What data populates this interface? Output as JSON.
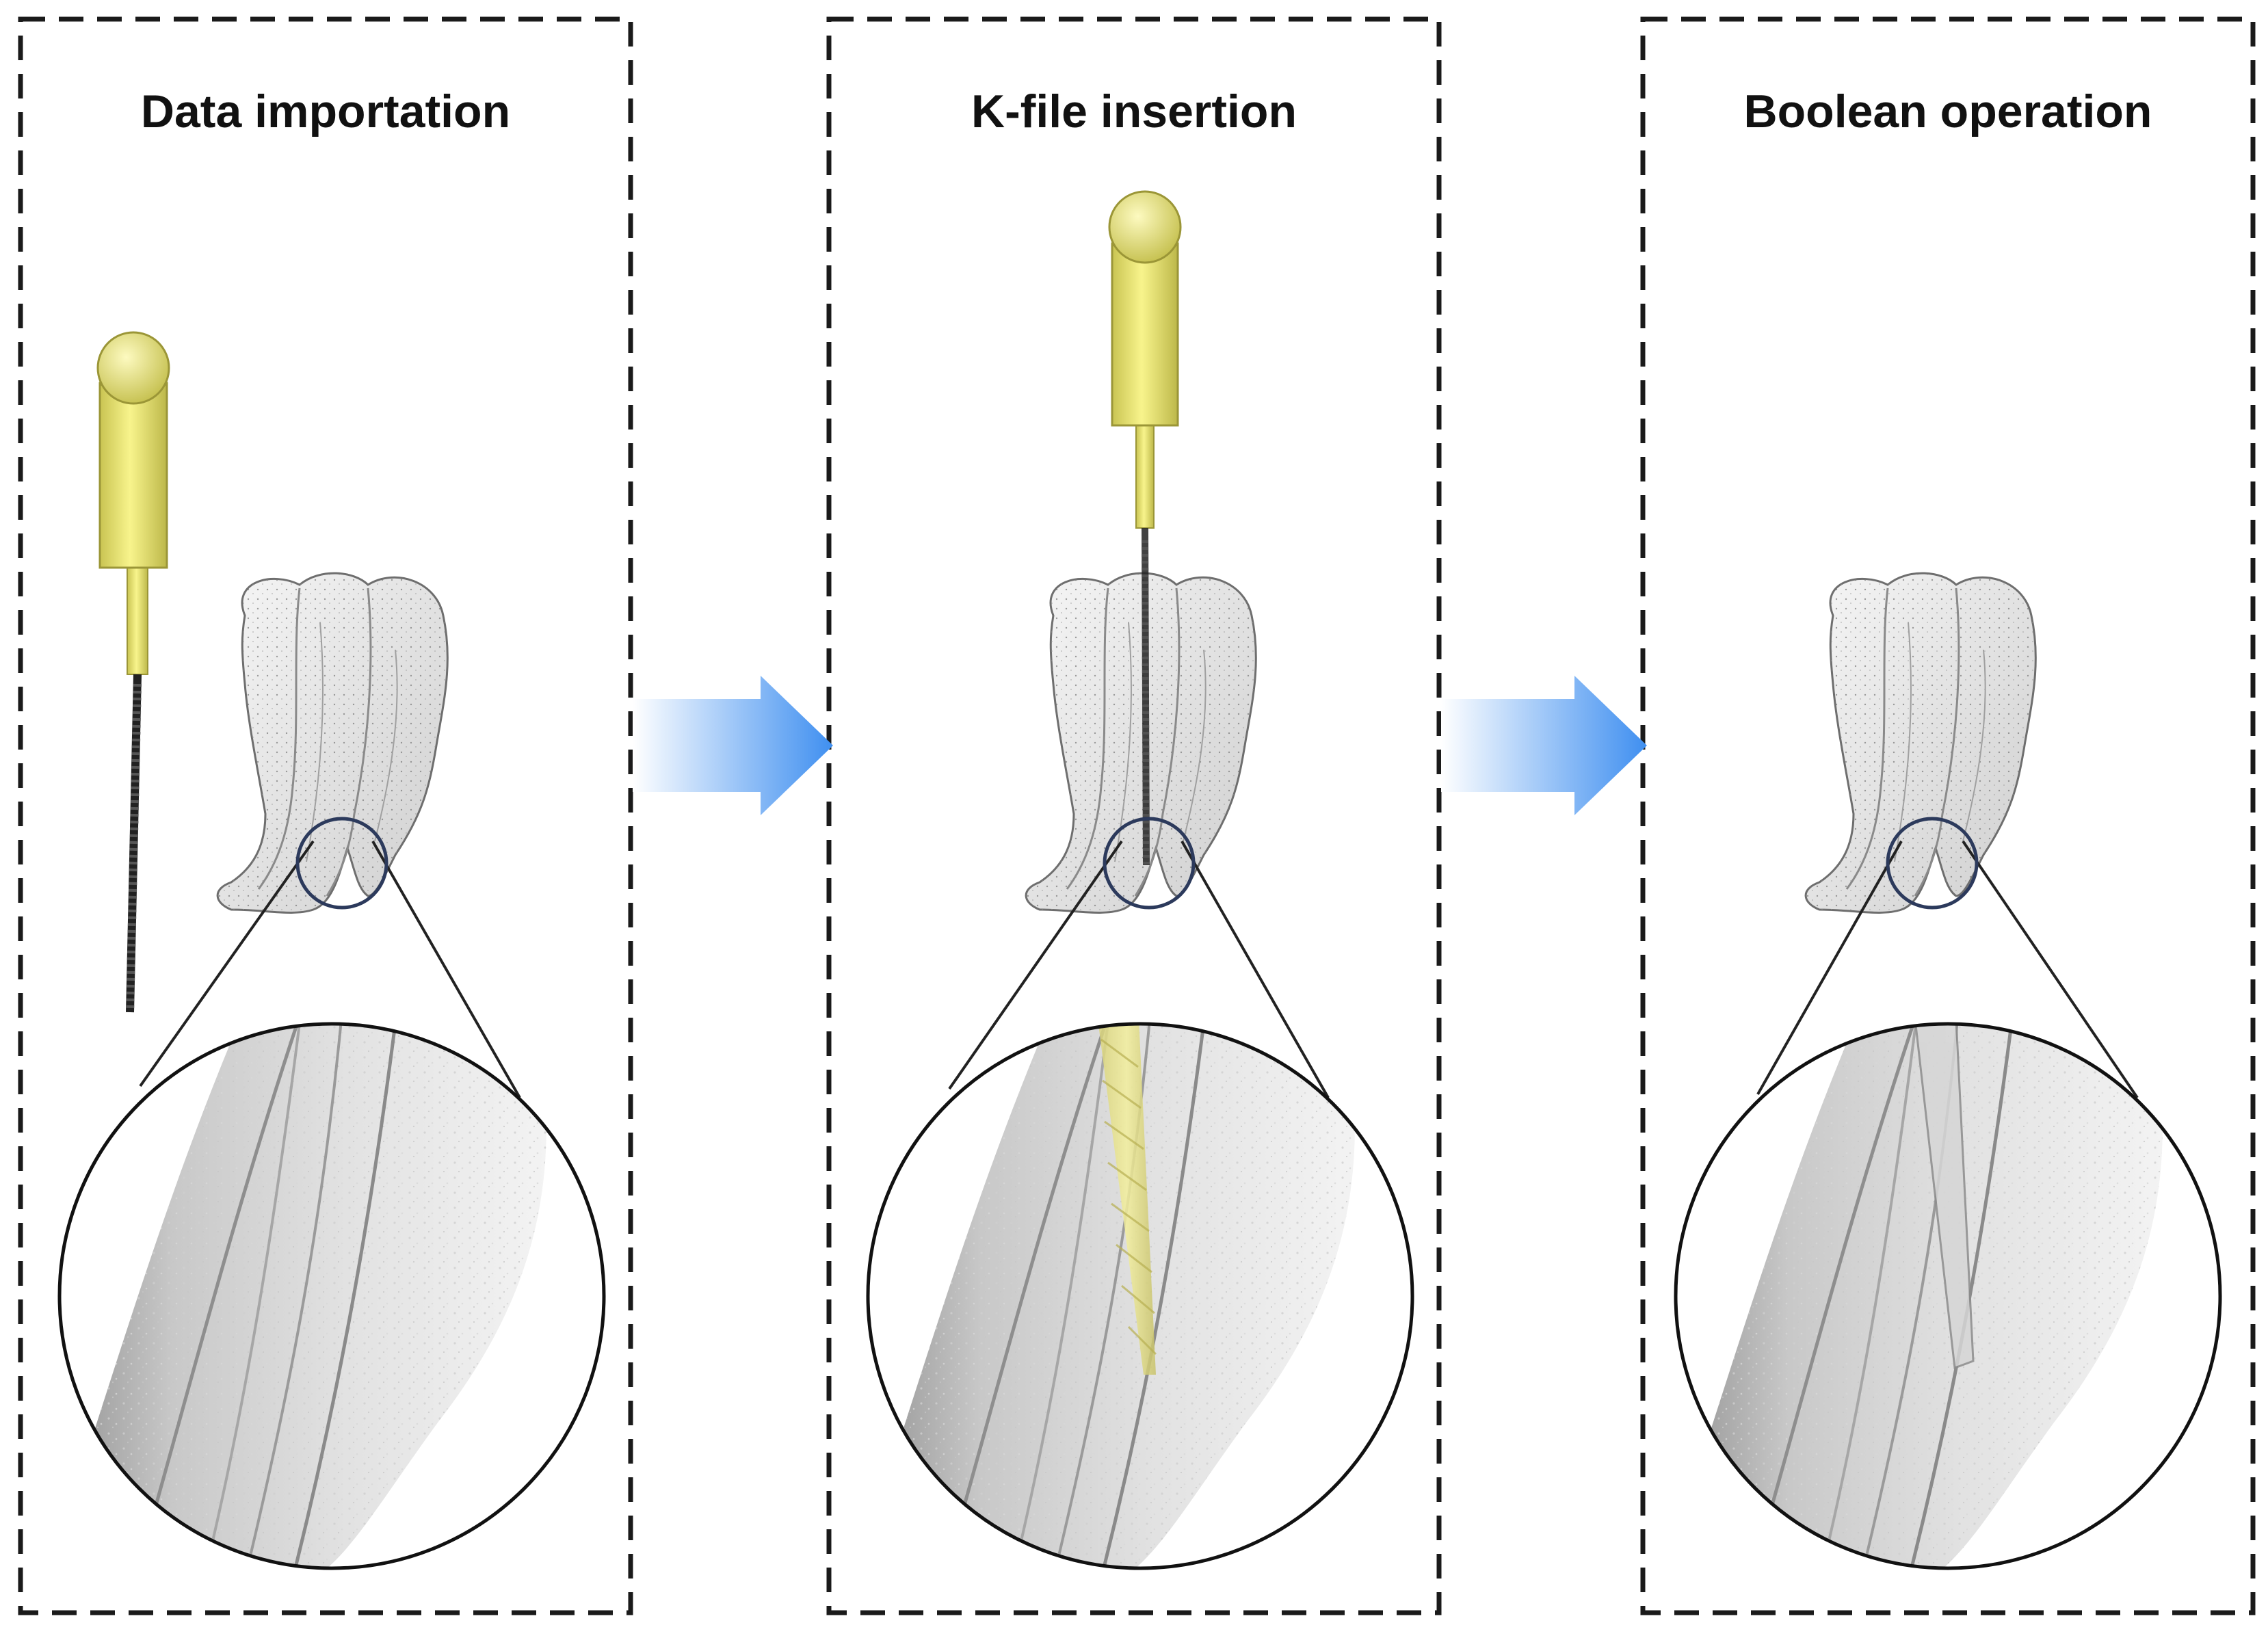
{
  "colors": {
    "frame": "#1a1a1a",
    "arrow_start": "#ffffff",
    "arrow_end": "#3f8ff0",
    "handle": "#f3ef7a",
    "handle_edge": "#9b9637",
    "tooth_fill": "#ececec",
    "tooth_edge": "#6e6e6e",
    "magnifier_ring": "#2c3a5c",
    "file_shaft": "#222222"
  },
  "panels": [
    {
      "title": "Data importation",
      "k_file": "beside tooth",
      "canal_fill": "empty"
    },
    {
      "title": "K-file insertion",
      "k_file": "inserted into canal",
      "canal_fill": "k-file"
    },
    {
      "title": "Boolean operation",
      "k_file": "removed",
      "canal_fill": "instrumented canal"
    }
  ],
  "flow": [
    "Data importation",
    "K-file insertion",
    "Boolean operation"
  ]
}
